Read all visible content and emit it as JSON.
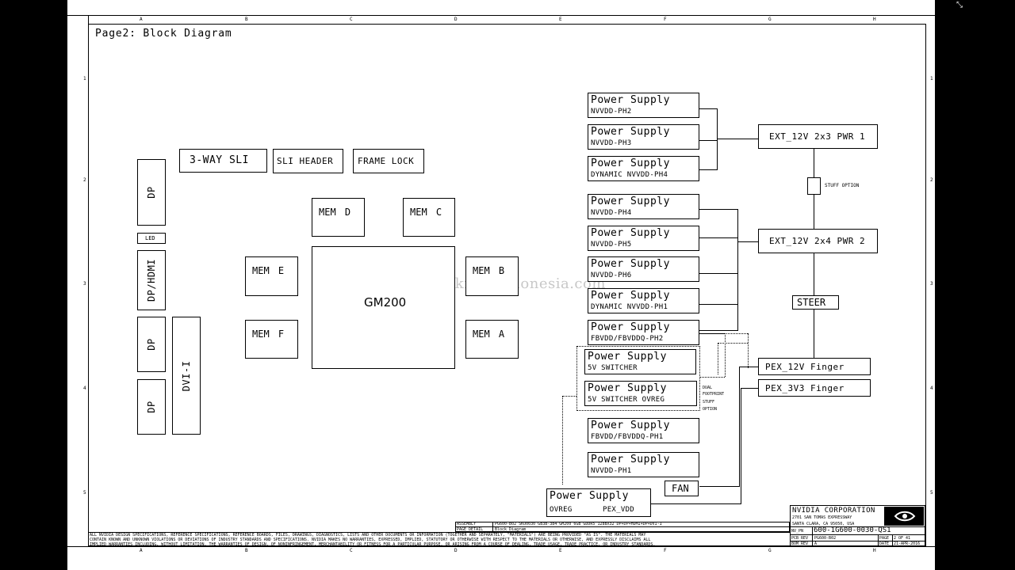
{
  "viewer": {
    "close_glyph": "⤡"
  },
  "page_title": "Page2: Block Diagram",
  "border": {
    "cols": [
      "A",
      "B",
      "C",
      "D",
      "E",
      "F",
      "G",
      "H"
    ],
    "rows": [
      "1",
      "2",
      "3",
      "4",
      "5"
    ]
  },
  "connectors": {
    "dp1": "DP",
    "led": "LED",
    "dp_hdmi": "DP/HDMI",
    "dp2": "DP",
    "dp3": "DP",
    "dvi": "DVI-I"
  },
  "sli": {
    "three_way": "3-WAY SLI",
    "header": "SLI HEADER",
    "frame_lock": "FRAME LOCK"
  },
  "memory": {
    "d": "MEM D",
    "c": "MEM C",
    "e": "MEM E",
    "b": "MEM B",
    "f": "MEM F",
    "a": "MEM A"
  },
  "gpu": "GM200",
  "watermark": "www.teknisi-indonesia.com",
  "power_supplies": [
    {
      "title": "Power Supply",
      "sub": "NVVDD-PH2"
    },
    {
      "title": "Power Supply",
      "sub": "NVVDD-PH3"
    },
    {
      "title": "Power Supply",
      "sub": "DYNAMIC NVVDD-PH4"
    },
    {
      "title": "Power Supply",
      "sub": "NVVDD-PH4"
    },
    {
      "title": "Power Supply",
      "sub": "NVVDD-PH5"
    },
    {
      "title": "Power Supply",
      "sub": "NVVDD-PH6"
    },
    {
      "title": "Power Supply",
      "sub": "DYNAMIC NVVDD-PH1"
    },
    {
      "title": "Power Supply",
      "sub": "FBVDD/FBVDDQ-PH2"
    },
    {
      "title": "Power Supply",
      "sub": "5V SWITCHER"
    },
    {
      "title": "Power Supply",
      "sub": "5V SWITCHER OVREG"
    },
    {
      "title": "Power Supply",
      "sub": "FBVDD/FBVDDQ-PH1"
    },
    {
      "title": "Power Supply",
      "sub": "NVVDD-PH1"
    }
  ],
  "ps_bottom": {
    "title": "Power Supply",
    "sub_left": "OVREG",
    "sub_right": "PEX_VDD"
  },
  "fan": "FAN",
  "dual_footprint": [
    "DUAL",
    "FOOTPRINT",
    "STUFF",
    "OPTION"
  ],
  "power_inputs": {
    "ext1": "EXT_12V 2x3 PWR 1",
    "stuff_option": "STUFF OPTION",
    "ext2": "EXT_12V 2x4 PWR 2",
    "steer": "STEER",
    "pex12": "PEX_12V Finger",
    "pex33": "PEX_3V3 Finger"
  },
  "title_block": {
    "company": "NVIDIA CORPORATION",
    "address1": "2701 SAN TOMAS EXPRESSWAY",
    "address2": "SANTA CLARA, CA 95050, USA",
    "nv_pn_label": "NV_PN",
    "nv_pn": "600-1G600-0030-QS1",
    "pcb_rev_label": "PCB REV",
    "pcb_rev": "PG600-B02",
    "bom_rev_label": "BOM REV",
    "bom_rev": "A",
    "page_label": "PAGE",
    "page": "2 OF 41",
    "date_label": "DATE",
    "date": "21-APR-2016",
    "assembly_label": "ASSEMBLY",
    "assembly": "PG600-B02 SKU0030 GB3B-384 GM200 6GB GDDR5 128BX32 DP+DP+HDMI+DP+DVI-I",
    "page_detail_label": "PAGE DETAIL",
    "page_detail": "Block Diagram"
  },
  "disclaimer": [
    "ALL NVIDIA DESIGN SPECIFICATIONS, REFERENCE SPECIFICATIONS, REFERENCE BOARDS, FILES, DRAWINGS, DIAGNOSTICS, LISTS AND OTHER DOCUMENTS OR INFORMATION (TOGETHER AND SEPARATELY, \"MATERIALS\") ARE BEING PROVIDED \"AS IS\". THE MATERIALS MAY",
    "CONTAIN KNOWN AND UNKNOWN VIOLATIONS OR DEVIATIONS OF INDUSTRY STANDARDS AND SPECIFICATIONS. NVIDIA MAKES NO WARRANTIES, EXPRESSED, IMPLIED, STATUTORY OR OTHERWISE WITH RESPECT TO THE MATERIALS OR OTHERWISE, AND EXPRESSLY DISCLAIMS ALL",
    "IMPLIED WARRANTIES INCLUDING, WITHOUT LIMITATION, THE WARRANTIES OF DESIGN, OF NONINFRINGEMENT, MERCHANTABILITY OR FITNESS FOR A PARTICULAR PURPOSE, OR ARISING FROM A COURSE OF DEALING, TRADE USAGE, TRADE PRACTICE, OR INDUSTRY STANDARDS."
  ]
}
